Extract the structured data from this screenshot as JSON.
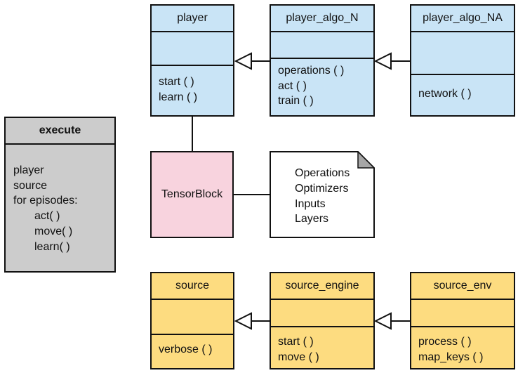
{
  "execute": {
    "title": "execute",
    "lines": [
      "player",
      "source",
      "for episodes:",
      "act( )",
      "move( )",
      "learn( )"
    ]
  },
  "player": {
    "title": "player",
    "operations": [
      "start ( )",
      "learn ( )"
    ]
  },
  "player_algo_n": {
    "title": "player_algo_N",
    "operations": [
      "operations ( )",
      "act ( )",
      "train ( )"
    ]
  },
  "player_algo_na": {
    "title": "player_algo_NA",
    "operations": [
      "network ( )"
    ]
  },
  "tensorblock": {
    "title": "TensorBlock"
  },
  "note": {
    "lines": [
      "Operations",
      "Optimizers",
      "Inputs",
      "Layers"
    ]
  },
  "source": {
    "title": "source",
    "operations": [
      "verbose ( )"
    ]
  },
  "source_engine": {
    "title": "source_engine",
    "operations": [
      "start ( )",
      "move ( )"
    ]
  },
  "source_env": {
    "title": "source_env",
    "operations": [
      "process ( )",
      "map_keys ( )"
    ]
  },
  "colors": {
    "player_classes": "#c9e4f6",
    "source_classes": "#fddc80",
    "execute": "#cccccc",
    "tensorblock": "#f8d3de",
    "line": "#111111"
  }
}
